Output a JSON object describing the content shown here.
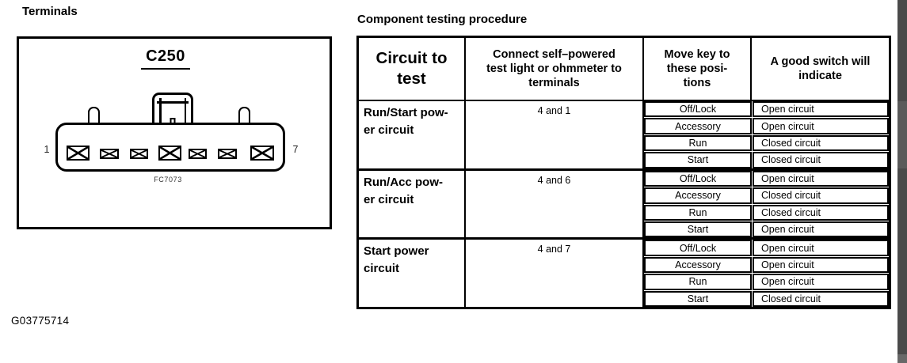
{
  "colors": {
    "ink": "#000000",
    "paper": "#ffffff",
    "scrollbar_track": "#4a4a4a",
    "scrollbar_thumb": "#5a5a5a"
  },
  "left_panel": {
    "title": "Terminals",
    "connector": {
      "name": "C250",
      "first_terminal_label": "1",
      "last_terminal_label": "7",
      "figure_code": "FC7073"
    },
    "figure_id": "G03775714"
  },
  "right_panel": {
    "title": "Component testing procedure",
    "table": {
      "header": {
        "col1_lines": [
          "Circuit to",
          "test"
        ],
        "col2_lines": [
          "Connect self–powered",
          "test light or ohmmeter to",
          "terminals"
        ],
        "col3_lines": [
          "Move key to",
          "these posi-",
          "tions"
        ],
        "col4_lines": [
          "A good switch will",
          "indicate"
        ]
      },
      "rows": [
        {
          "circuit_lines": [
            "Run/Start pow-",
            "er circuit"
          ],
          "terminals": "4 and 1",
          "tests": [
            {
              "position": "Off/Lock",
              "result": "Open circuit"
            },
            {
              "position": "Accessory",
              "result": "Open circuit"
            },
            {
              "position": "Run",
              "result": "Closed circuit"
            },
            {
              "position": "Start",
              "result": "Closed circuit"
            }
          ]
        },
        {
          "circuit_lines": [
            "Run/Acc pow-",
            "er circuit"
          ],
          "terminals": "4 and 6",
          "tests": [
            {
              "position": "Off/Lock",
              "result": "Open circuit"
            },
            {
              "position": "Accessory",
              "result": "Closed circuit"
            },
            {
              "position": "Run",
              "result": "Closed circuit"
            },
            {
              "position": "Start",
              "result": "Open circuit"
            }
          ]
        },
        {
          "circuit_lines": [
            "Start power",
            "circuit"
          ],
          "terminals": "4 and 7",
          "tests": [
            {
              "position": "Off/Lock",
              "result": "Open circuit"
            },
            {
              "position": "Accessory",
              "result": "Open circuit"
            },
            {
              "position": "Run",
              "result": "Open circuit"
            },
            {
              "position": "Start",
              "result": "Closed circuit"
            }
          ]
        }
      ]
    }
  }
}
